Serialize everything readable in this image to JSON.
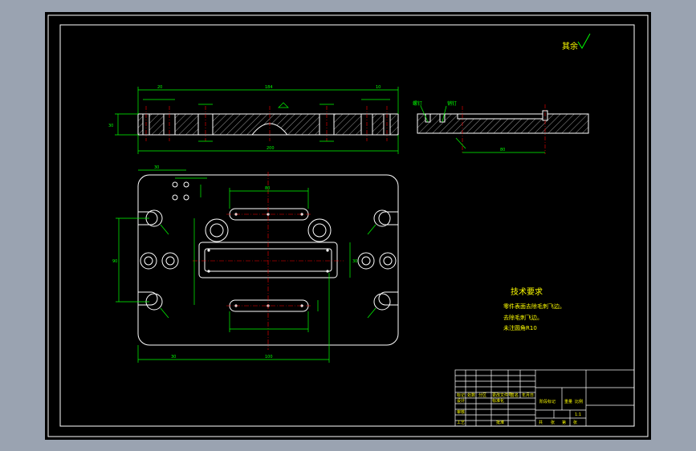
{
  "colors": {
    "frame_bg": "#9aa3b1",
    "paper": "#000000",
    "border": "#ffffff",
    "geometry": "#ffffff",
    "dimension": "#00ff00",
    "centerline": "#ff0000",
    "hatch": "#ffffff",
    "note_text": "#ffff00"
  },
  "surface_finish": {
    "label": "其余"
  },
  "technical_requirements": {
    "title": "技术要求",
    "lines": [
      "零件表面去除毛刺飞边。",
      "去除毛刺飞边。",
      "未注圆角R10"
    ]
  },
  "section_labels": {
    "left": "螺钉",
    "right": "销钉"
  },
  "dimensions": {
    "top_total": "184",
    "top_left": "20",
    "top_right": "10",
    "bottom_total": "200",
    "height": "30",
    "right_view_width": "80",
    "plan_left_width": "30",
    "plan_height": "90",
    "plan_bottom_left": "30",
    "plan_bottom_right": "100",
    "slot_width": "80",
    "slot_height": "30"
  },
  "title_block": {
    "cells": [
      "标记",
      "处数",
      "分区",
      "更改文件号",
      "签名",
      "年月日",
      "设计",
      "标准化",
      "阶段标记",
      "重量",
      "比例",
      "审核",
      "工艺",
      "批准",
      "共",
      "张",
      "第",
      "张",
      "1:1"
    ]
  }
}
